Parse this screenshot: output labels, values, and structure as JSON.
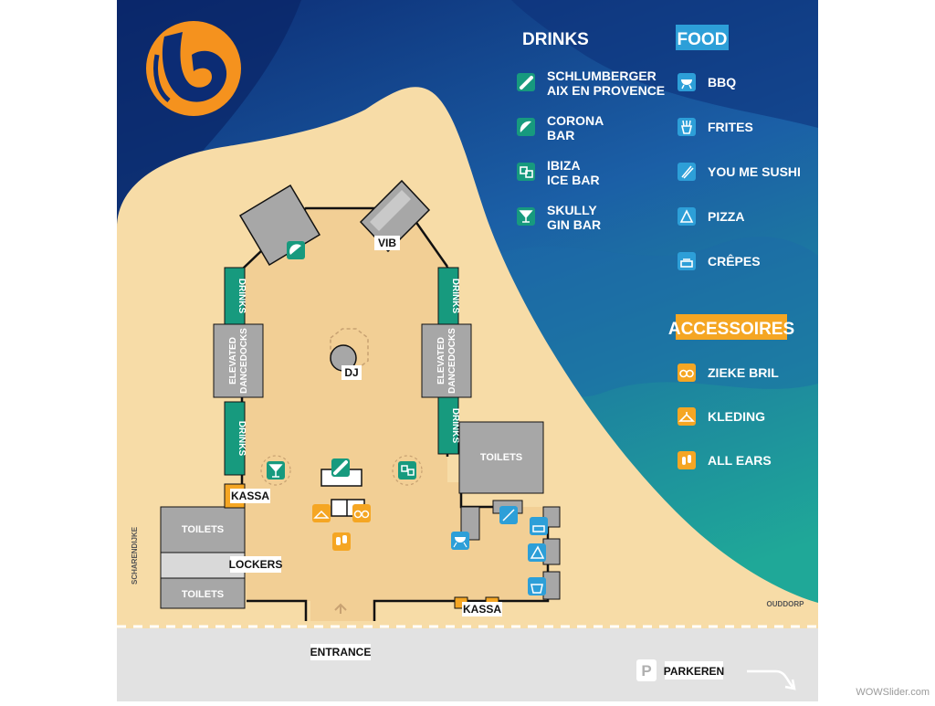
{
  "colors": {
    "sand": "#f7dca7",
    "sand_dark": "#f2cf95",
    "sea_top": "#0c2c74",
    "sea_mid": "#1d6fb0",
    "sea_bottom": "#1fa898",
    "drinks_green": "#179a7e",
    "food_blue": "#2d9fd8",
    "accessories_orange": "#f5a623",
    "road": "#e2e2e2",
    "building": "#a7a7a7",
    "logo_orange": "#f5921e"
  },
  "legend": {
    "drinks": {
      "title": "DRINKS",
      "items": [
        {
          "line1": "SCHLUMBERGER",
          "line2": "AIX EN PROVENCE",
          "icon": "champagne-bottle-icon"
        },
        {
          "line1": "CORONA",
          "line2": "BAR",
          "icon": "lime-slice-icon"
        },
        {
          "line1": "IBIZA",
          "line2": "ICE BAR",
          "icon": "ice-cubes-icon"
        },
        {
          "line1": "SKULLY",
          "line2": "GIN BAR",
          "icon": "cocktail-glass-icon"
        }
      ]
    },
    "food": {
      "title": "FOOD",
      "items": [
        {
          "label": "BBQ",
          "icon": "bbq-grill-icon"
        },
        {
          "label": "FRITES",
          "icon": "fries-icon"
        },
        {
          "label": "YOU ME SUSHI",
          "icon": "chopsticks-icon"
        },
        {
          "label": "PIZZA",
          "icon": "pizza-slice-icon"
        },
        {
          "label": "CRÊPES",
          "icon": "crepe-icon"
        }
      ]
    },
    "accessories": {
      "title": "ACCESSOIRES",
      "items": [
        {
          "label": "ZIEKE BRIL",
          "icon": "sunglasses-icon"
        },
        {
          "label": "KLEDING",
          "icon": "hanger-icon"
        },
        {
          "label": "ALL EARS",
          "icon": "earplugs-icon"
        }
      ]
    }
  },
  "map": {
    "vib": "VIB",
    "dj": "DJ",
    "drinks_vertical": "DRINKS",
    "elevated_line1": "ELEVATED",
    "elevated_line2": "DANCEDOCKS",
    "toilets": "TOILETS",
    "lockers": "LOCKERS",
    "kassa": "KASSA",
    "entrance": "ENTRANCE",
    "parking_letter": "P",
    "parking": "PARKEREN",
    "road_left": "SCHARENDIJKE",
    "road_right": "OUDDORP"
  },
  "watermark": "WOWSlider.com"
}
